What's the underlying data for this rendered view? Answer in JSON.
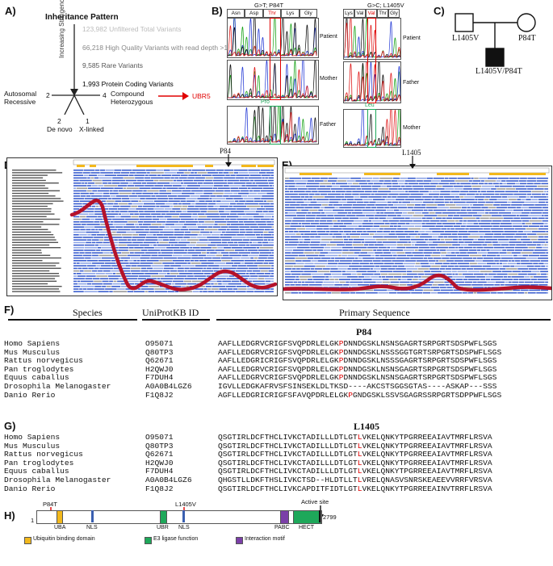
{
  "panel_a": {
    "label": "A)",
    "title": "Inheritance Pattern",
    "stringency": "Increasing Stringency",
    "filters": [
      "123,982 Unfiltered Total Variants",
      "66,218 High Quality Variants with read depth >10X",
      "9,585 Rare Variants",
      "1,993 Protein Coding Variants"
    ],
    "filter_colors": [
      "#bbbbbb",
      "#888888",
      "#555555",
      "#000000"
    ],
    "branches": {
      "ar_count": "2",
      "ar_label": "Autosomal\nRecessive",
      "ch_count": "4",
      "ch_label": "Compound\nHeterozygous",
      "dn_count": "2",
      "dn_label": "De novo",
      "xl_count": "1",
      "xl_label": "X-linked"
    },
    "gene": "UBR5"
  },
  "panel_b": {
    "label": "B)",
    "left_title": "G>T; P84T",
    "right_title": "G>C; L1405V",
    "left_codons": [
      "Asn",
      "Asp",
      "Thr",
      "Lys",
      "Gly"
    ],
    "left_alt_codon": "Pro",
    "right_codons": [
      "Lys",
      "Val",
      "Val",
      "Thr",
      "Gly"
    ],
    "right_alt_codon": "Leu",
    "left_rows": [
      "Patient",
      "Mother",
      "Father"
    ],
    "right_rows": [
      "Patient",
      "Father",
      "Mother"
    ]
  },
  "panel_c": {
    "label": "C)",
    "father_label": "L1405V",
    "mother_label": "P84T",
    "child_label": "L1405V/P84T"
  },
  "panel_d": {
    "label": "D)",
    "marker": "P84"
  },
  "panel_e": {
    "label": "E)",
    "marker": "L1405"
  },
  "panel_f": {
    "label": "F)",
    "headers": {
      "species": "Species",
      "id": "UniProtKB ID",
      "seq": "Primary Sequence"
    },
    "site": "P84",
    "rows": [
      {
        "species": "Homo Sapiens",
        "id": "O95071",
        "pre": "AAFLLEDGRVCRIGFSVQPDRLELGK",
        "mid": "P",
        "post": "DNNDGSKLNSNSGAGRTSRPGRTSDSPWFLSGS"
      },
      {
        "species": "Mus Musculus",
        "id": "Q80TP3",
        "pre": "AAFLLEDGRVCRIGFSVQPDRLELGK",
        "mid": "P",
        "post": "DNNDGSKLNSSSGGTGRTSRPGRTSDSPWFLSGS"
      },
      {
        "species": "Rattus norvegicus",
        "id": "Q62671",
        "pre": "AAFLLEDGRICRIGFSVQPDRLELGK",
        "mid": "P",
        "post": "DNNDGSKLNSSSGAGRTSRPGRTSDSPWFLSGS"
      },
      {
        "species": "Pan troglodytes",
        "id": "H2QWJ0",
        "pre": "AAFLLEDGRVCRIGFSVQPDRLELGK",
        "mid": "P",
        "post": "DNNDGSKLNSNSGAGRTSRPGRTSDSPWFLSGS"
      },
      {
        "species": "Equus caballus",
        "id": "F7DUH4",
        "pre": "AAFLLEDGRVCRIGFSVQPDRLELGK",
        "mid": "P",
        "post": "DNNDGSKLNSNSGAGRTSRPGRTSDSPWFLSGS"
      },
      {
        "species": "Drosophila Melanogaster",
        "id": "A0A0B4LGZ6",
        "pre": "IGVLLEDGKAFRVSFSINSEKLDLTKSD----AKCSTSGGSGTAS----ASKAP---SSS",
        "mid": "",
        "post": ""
      },
      {
        "species": "Danio Rerio",
        "id": "F1Q8J2",
        "pre": "AGFLLEDGRICRIGFSFAVQPDRLELGK",
        "mid": "P",
        "post": "GNDGSKLSSVSGAGRSSRPGRTSDPPWFLSGS"
      }
    ]
  },
  "panel_g": {
    "label": "G)",
    "site": "L1405",
    "rows": [
      {
        "species": "Homo Sapiens",
        "id": "O95071",
        "pre": "QSGTIRLDCFTHCLIVKCTADILLLDTLGT",
        "mid": "L",
        "post": "VKELQNKYTPGRREEAIAVTMRFLRSVA"
      },
      {
        "species": "Mus Musculus",
        "id": "Q80TP3",
        "pre": "QSGTIRLDCFTHCLIVKCTADILLLDTLGT",
        "mid": "L",
        "post": "VKELQNKYTPGRREEAIAVTMRFLRSVA"
      },
      {
        "species": "Rattus norvegicus",
        "id": "Q62671",
        "pre": "QSGTIRLDCFTHCLIVKCTADILLLDTLGT",
        "mid": "L",
        "post": "VKELQNKYTPGRREEAIAVTMRFLRSVA"
      },
      {
        "species": "Pan troglodytes",
        "id": "H2QWJ0",
        "pre": "QSGTIRLDCFTHCLIVKCTADILLLDTLGT",
        "mid": "L",
        "post": "VKELQNKYTPGRREEAIAVTMRFLRSVA"
      },
      {
        "species": "Equus caballus",
        "id": "F7DUH4",
        "pre": "QSGTIRLDCFTHCLIVKCTADILLLDTLGT",
        "mid": "L",
        "post": "VKELQNKYTPGRREEAIAVTMRFLRSVA"
      },
      {
        "species": "Drosophila Melanogaster",
        "id": "A0A0B4LGZ6",
        "pre": "QHGSTLLDKFTHSLIVKCTSD--HLDTLLT",
        "mid": "L",
        "post": "VRELQNASVSNRSKEAEEVVRRFVRSVA"
      },
      {
        "species": "Danio Rerio",
        "id": "F1Q8J2",
        "pre": "QSGTIRLDCFTHCLIVKCAPDITFIDTLGT",
        "mid": "L",
        "post": "VKELQNKYTPGRREEAINVTRRFLRSVA"
      }
    ]
  },
  "panel_h": {
    "label": "H)",
    "start": "1",
    "end": "2799",
    "mut1": "P84T",
    "mut2": "L1405V",
    "active": "Active site",
    "domains": [
      "UBA",
      "NLS",
      "UBR",
      "NLS",
      "PABC",
      "HECT"
    ],
    "legend": [
      "Ubiquitin binding domain",
      "E3 ligase function",
      "Interaction motif"
    ],
    "colors": {
      "uba": "#f2b81c",
      "e3": "#1ea85a",
      "interaction": "#7b3fa8",
      "nls": "#3a5fb0"
    }
  }
}
